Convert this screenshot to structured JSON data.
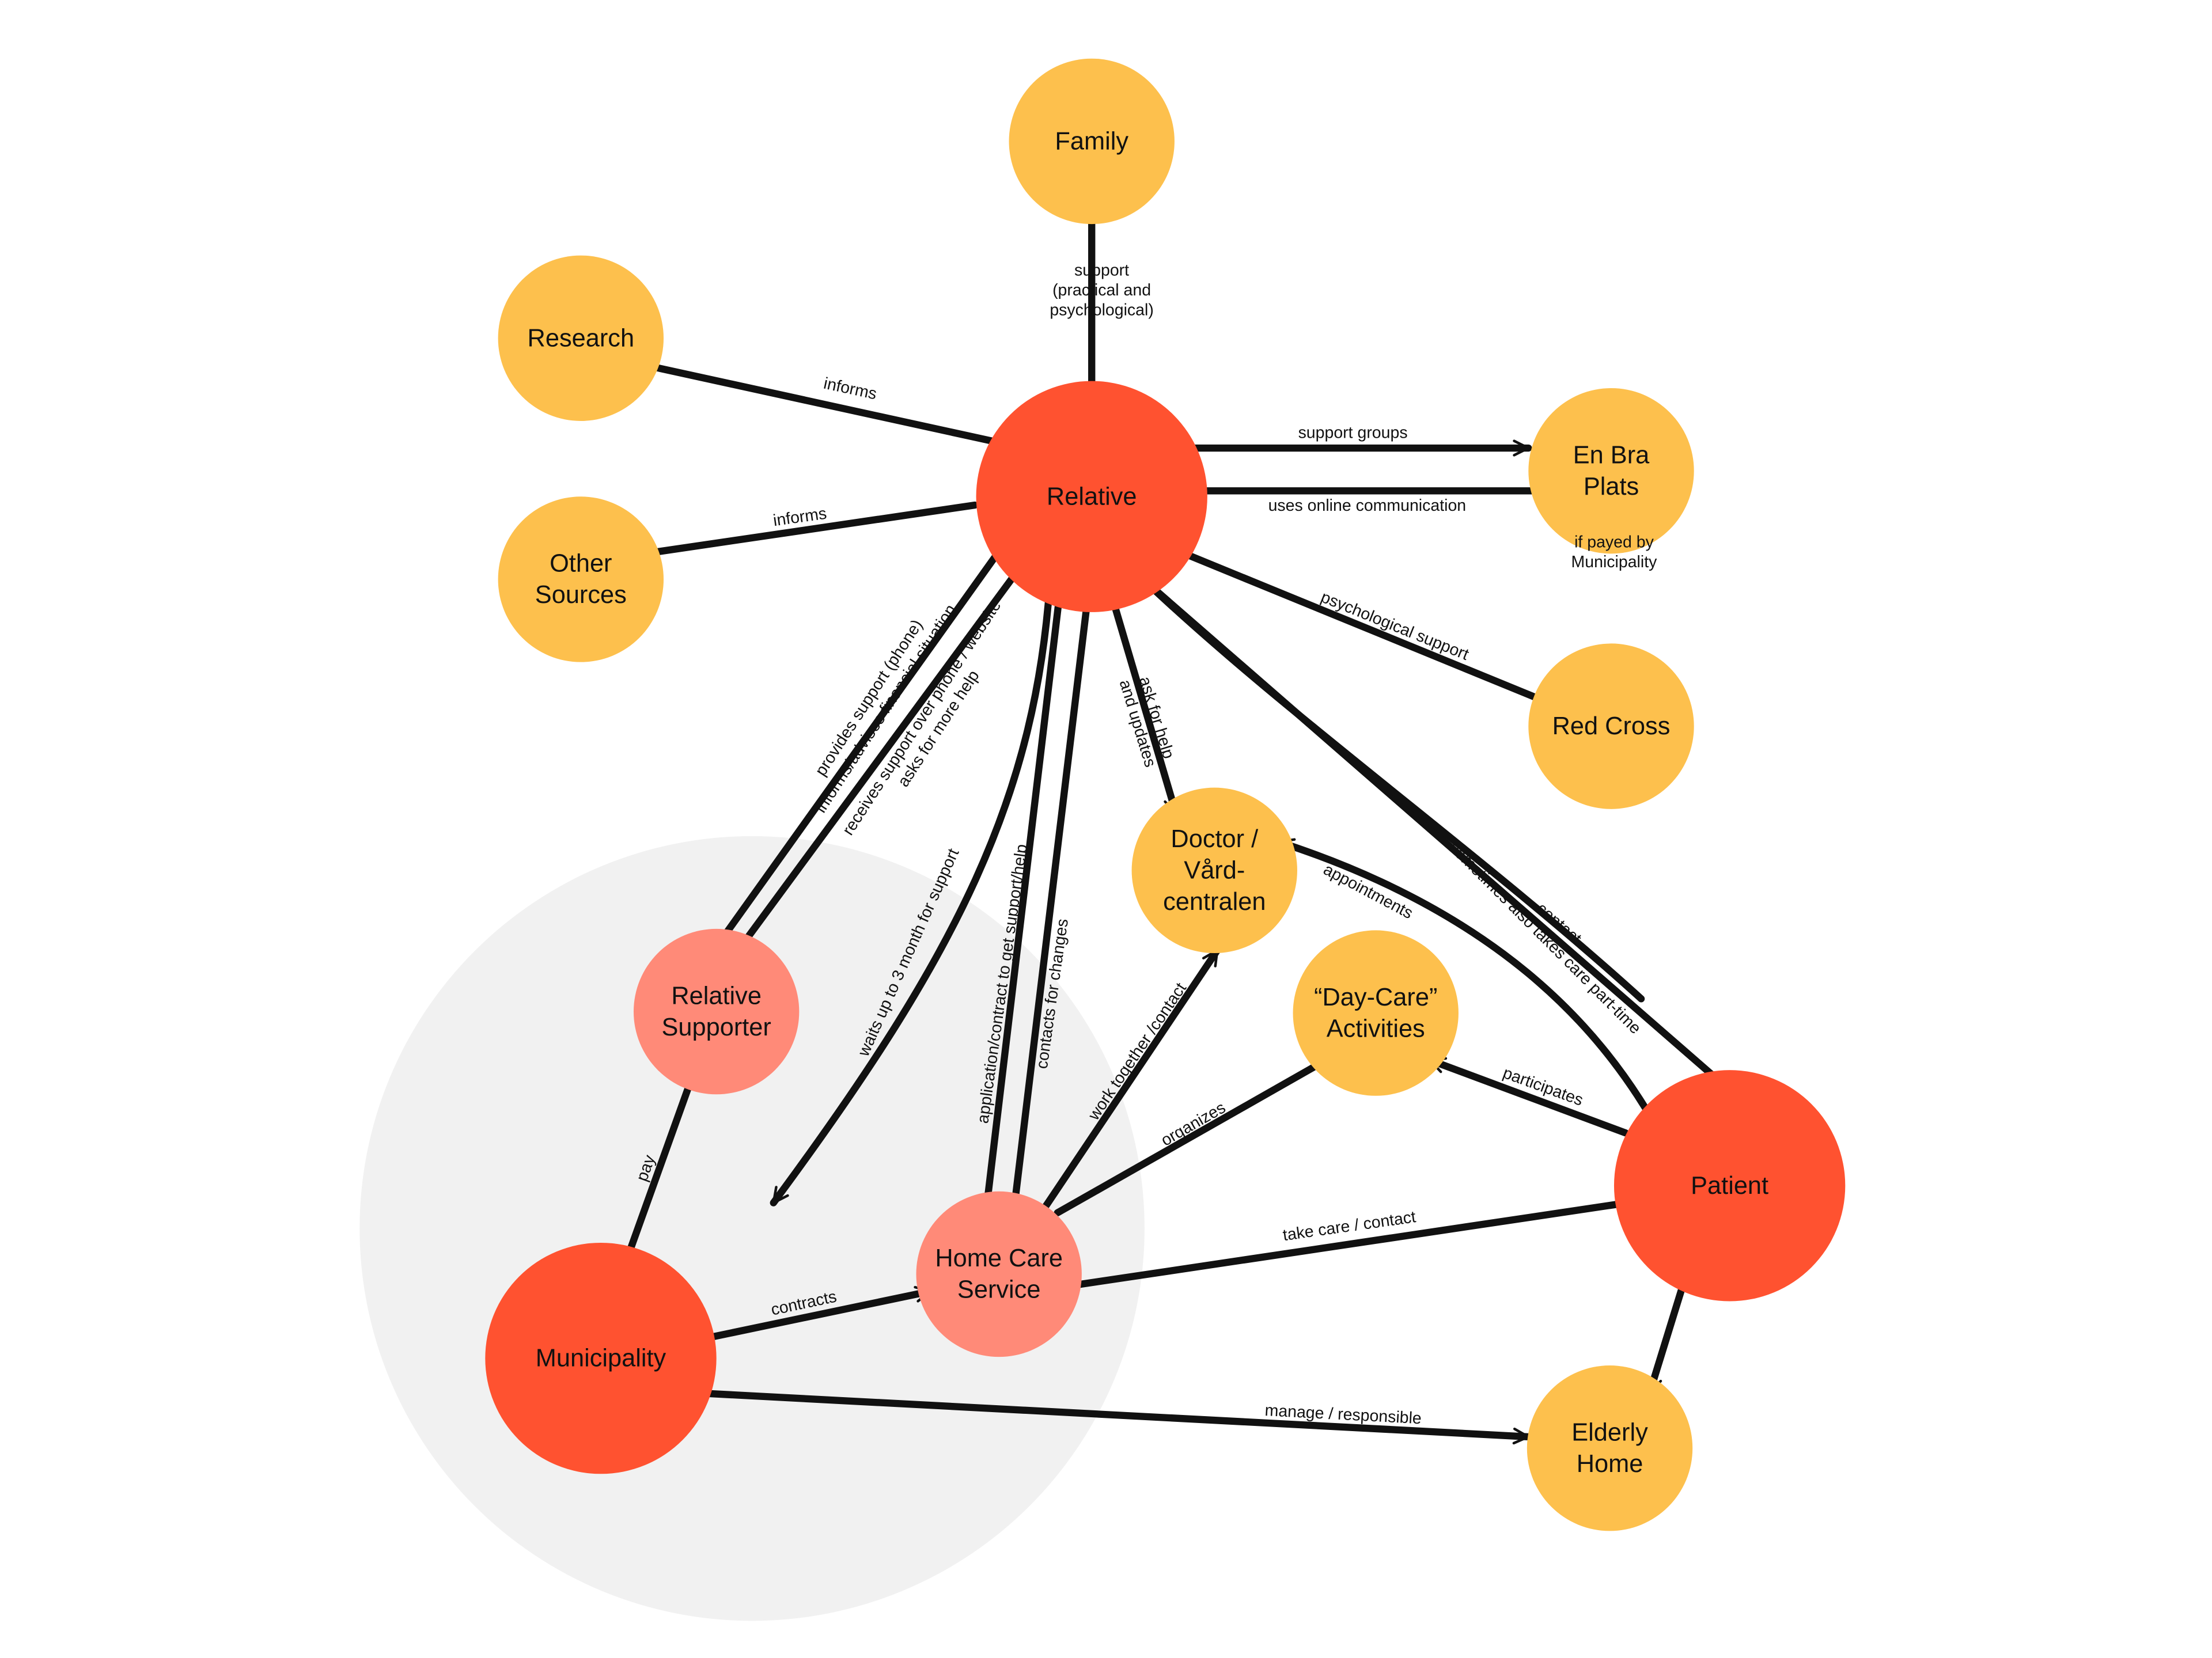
{
  "colors": {
    "relative_red": "#ff5230",
    "supporter_salmon": "#ff8a78",
    "stakeholder_yellow": "#fdc04d",
    "group_circle": "#f1f1f1",
    "line": "#111111"
  },
  "nodes": {
    "family": {
      "lines": [
        "Family"
      ],
      "kind": "stakeholder"
    },
    "research": {
      "lines": [
        "Research"
      ],
      "kind": "stakeholder"
    },
    "other_sources": {
      "lines": [
        "Other",
        "Sources"
      ],
      "kind": "stakeholder"
    },
    "relative": {
      "lines": [
        "Relative"
      ],
      "kind": "core"
    },
    "en_bra_plats": {
      "lines": [
        "En Bra",
        "Plats"
      ],
      "kind": "stakeholder",
      "note": [
        "if payed by",
        "Municipality"
      ]
    },
    "red_cross": {
      "lines": [
        "Red Cross"
      ],
      "kind": "stakeholder"
    },
    "doctor": {
      "lines": [
        "Doctor /",
        "Vård-",
        "centralen"
      ],
      "kind": "stakeholder"
    },
    "day_care": {
      "lines": [
        "“Day-Care”",
        "Activities"
      ],
      "kind": "stakeholder"
    },
    "relative_supporter": {
      "lines": [
        "Relative",
        "Supporter"
      ],
      "kind": "support"
    },
    "home_care": {
      "lines": [
        "Home Care",
        "Service"
      ],
      "kind": "support"
    },
    "municipality": {
      "lines": [
        "Municipality"
      ],
      "kind": "core"
    },
    "patient": {
      "lines": [
        "Patient"
      ],
      "kind": "core"
    },
    "elderly_home": {
      "lines": [
        "Elderly",
        "Home"
      ],
      "kind": "stakeholder"
    }
  },
  "edges": [
    {
      "id": "family-relative",
      "from": "family",
      "to": "relative",
      "label": [
        "support",
        "(practical and",
        "psychological)"
      ]
    },
    {
      "id": "relative-research",
      "from": "relative",
      "to": "research",
      "label": [
        "informs"
      ]
    },
    {
      "id": "relative-other-sources",
      "from": "relative",
      "to": "other_sources",
      "label": [
        "informs"
      ]
    },
    {
      "id": "relative-enbraplats",
      "from": "relative",
      "to": "en_bra_plats",
      "label": [
        "support groups"
      ]
    },
    {
      "id": "enbraplats-relative",
      "from": "en_bra_plats",
      "to": "relative",
      "label": [
        "uses online communication"
      ]
    },
    {
      "id": "redcross-relative",
      "from": "red_cross",
      "to": "relative",
      "label": [
        "psychological support"
      ]
    },
    {
      "id": "relative-doctor",
      "from": "relative",
      "to": "doctor",
      "label": [
        "ask for help",
        "and updates"
      ]
    },
    {
      "id": "relative-patient",
      "from": "relative",
      "to": "patient",
      "label": [
        "contact"
      ]
    },
    {
      "id": "patient-doctor",
      "from": "patient",
      "to": "doctor",
      "label": [
        "appointments"
      ]
    },
    {
      "id": "relative-patient-caretaking",
      "from": "relative",
      "to": "patient",
      "label": [
        "sometimes also takes care part-time"
      ]
    },
    {
      "id": "relative-relsupporter",
      "from": "relative",
      "to": "relative_supporter",
      "label": [
        "provides support (phone)",
        "informs/advises financial situation"
      ]
    },
    {
      "id": "relsupporter-relative",
      "from": "relative_supporter",
      "to": "relative",
      "label": [
        "receives support over phone / website",
        "asks for more help"
      ]
    },
    {
      "id": "relative-waits",
      "from": "relative",
      "to": "home_care",
      "label": [
        "waits up to 3 month for support"
      ]
    },
    {
      "id": "relative-homecare",
      "from": "relative",
      "to": "home_care",
      "label": [
        "application/contract to get support/help"
      ]
    },
    {
      "id": "homecare-relative",
      "from": "home_care",
      "to": "relative",
      "label": [
        "contacts for changes"
      ]
    },
    {
      "id": "homecare-doctor",
      "from": "home_care",
      "to": "doctor",
      "label": [
        "work together /contact"
      ]
    },
    {
      "id": "homecare-daycare",
      "from": "home_care",
      "to": "day_care",
      "label": [
        "organizes"
      ]
    },
    {
      "id": "patient-daycare",
      "from": "patient",
      "to": "day_care",
      "label": [
        "participates"
      ]
    },
    {
      "id": "homecare-patient",
      "from": "home_care",
      "to": "patient",
      "label": [
        "take care / contact"
      ]
    },
    {
      "id": "municipality-relsupporter",
      "from": "municipality",
      "to": "relative_supporter",
      "label": [
        "pay"
      ]
    },
    {
      "id": "municipality-homecare",
      "from": "municipality",
      "to": "home_care",
      "label": [
        "contracts"
      ]
    },
    {
      "id": "municipality-elderlyhome",
      "from": "municipality",
      "to": "elderly_home",
      "label": [
        "manage / responsible"
      ]
    },
    {
      "id": "patient-elderlyhome",
      "from": "patient",
      "to": "elderly_home",
      "label": []
    }
  ]
}
